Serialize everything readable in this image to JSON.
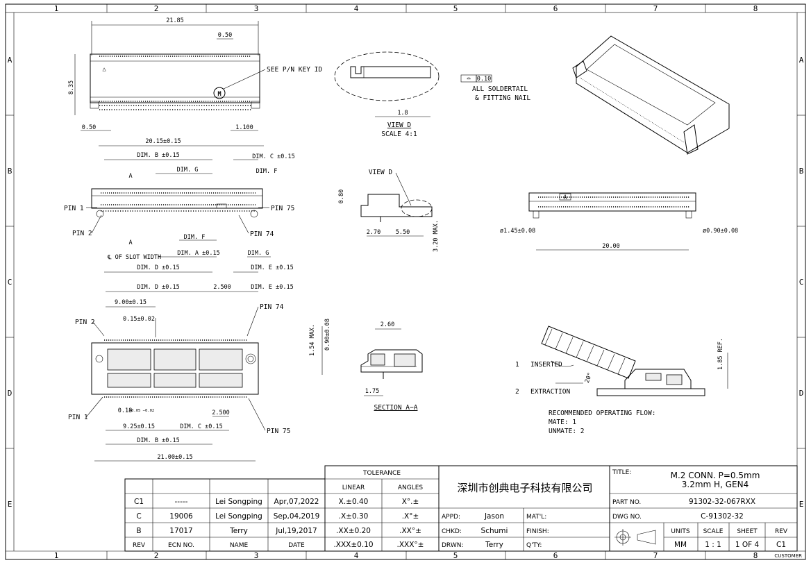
{
  "border": {
    "columns": [
      "1",
      "2",
      "3",
      "4",
      "5",
      "6",
      "7",
      "8"
    ],
    "rows": [
      "A",
      "B",
      "C",
      "D",
      "E"
    ],
    "customer": "CUSTOMER"
  },
  "top_view": {
    "dim_total": "21.85",
    "dim_pitch": "0.50",
    "dim_height": "8.35",
    "dim_left": "0.50",
    "dim_right": "1.100",
    "key_note": "SEE P/N KEY ID",
    "key_mark": "M",
    "pin_mark": "△"
  },
  "view_d": {
    "tolerance": "0.10",
    "note1": "ALL SOLDERTAIL",
    "note2": "& FITTING NAIL",
    "dim": "1.8",
    "title": "VIEW D",
    "scale": "SCALE 4:1"
  },
  "front_view": {
    "dim_total": "20.15±0.15",
    "dim_b": "DIM. B ±0.15",
    "dim_c": "DIM. C ±0.15",
    "dim_g": "DIM. G",
    "dim_f": "DIM. F",
    "section_a": "A",
    "pin1": "PIN 1",
    "pin2": "PIN 2",
    "pin75": "PIN 75",
    "pin74": "PIN 74",
    "dim_f2": "DIM. F",
    "dim_a": "DIM. A ±0.15",
    "dim_g2": "DIM. G",
    "slot_width": "℄ OF SLOT WIDTH",
    "dim_d": "DIM. D ±0.15",
    "dim_e": "DIM. E ±0.15"
  },
  "side_view": {
    "view_label": "VIEW D",
    "dim_h": "0.80",
    "dim_a": "2.70",
    "dim_b": "5.50",
    "dim_max": "3.20 MAX."
  },
  "rear_view": {
    "dim_left": "ø1.45±0.08",
    "dim_right": "ø0.90±0.08",
    "dim_pitch": "20.00",
    "key": "A"
  },
  "pcb_view": {
    "dim_d": "DIM. D ±0.15",
    "dim_2500a": "2.500",
    "dim_e": "DIM. E ±0.15",
    "dim_9": "9.00±0.15",
    "dim_015": "0.15±0.02",
    "pin2": "PIN 2",
    "pin74": "PIN 74",
    "pin1": "PIN 1",
    "pin75": "PIN 75",
    "dim_018": "0.18",
    "dim_018_tol": "+0.05 −0.02",
    "dim_2500b": "2.500",
    "dim_925": "9.25±0.15",
    "dim_c": "DIM. C ±0.15",
    "dim_b": "DIM. B ±0.15",
    "dim_21": "21.00±0.15"
  },
  "section": {
    "dim_max": "1.54 MAX.",
    "dim_09": "0.90±0.08",
    "dim_260": "2.60",
    "dim_175": "1.75",
    "title": "SECTION A−A"
  },
  "insertion": {
    "step1_num": "1",
    "step1": "INSERTED",
    "step2_num": "2",
    "step2": "EXTRACTION",
    "angle": "20°",
    "ref": "1.85 REF.",
    "flow_title": "RECOMMENDED OPERATING FLOW:",
    "mate": "MATE: 1",
    "unmate": "UNMATE: 2"
  },
  "revisions": [
    {
      "rev": "C1",
      "ecn": "-----",
      "name": "Lei Songping",
      "date": "Apr,07,2022"
    },
    {
      "rev": "C",
      "ecn": "19006",
      "name": "Lei Songping",
      "date": "Sep,04,2019"
    },
    {
      "rev": "B",
      "ecn": "17017",
      "name": "Terry",
      "date": "Jul,19,2017"
    }
  ],
  "revision_headers": {
    "rev": "REV",
    "ecn": "ECN NO.",
    "name": "NAME",
    "date": "DATE"
  },
  "tolerance": {
    "title": "TOLERANCE",
    "linear_h": "LINEAR",
    "angles_h": "ANGLES",
    "rows": [
      {
        "linear": "X.±0.40",
        "angle": "X°.±"
      },
      {
        "linear": ".X±0.30",
        "angle": ".X°±"
      },
      {
        "linear": ".XX±0.20",
        "angle": ".XX°±"
      },
      {
        "linear": ".XXX±0.10",
        "angle": ".XXX°±"
      }
    ]
  },
  "company": "深圳市创典电子科技有限公司",
  "approvals": {
    "appd_l": "APPD:",
    "appd": "Jason",
    "chkd_l": "CHKD:",
    "chkd": "Schumi",
    "drwn_l": "DRWN:",
    "drwn": "Terry",
    "mat_l": "MAT'L:",
    "finish_l": "FINISH:",
    "qty_l": "Q'TY:"
  },
  "title_block": {
    "title_l": "TITLE:",
    "title1": "M.2 CONN. P=0.5mm",
    "title2": "3.2mm H, GEN4",
    "partno_l": "PART NO.",
    "partno": "91302-32-067RXX",
    "dwgno_l": "DWG NO.",
    "dwgno": "C-91302-32",
    "units_l": "UNITS",
    "units": "MM",
    "scale_l": "SCALE",
    "scale": "1 : 1",
    "sheet_l": "SHEET",
    "sheet": "1 OF 4",
    "rev_l": "REV",
    "rev": "C1"
  }
}
